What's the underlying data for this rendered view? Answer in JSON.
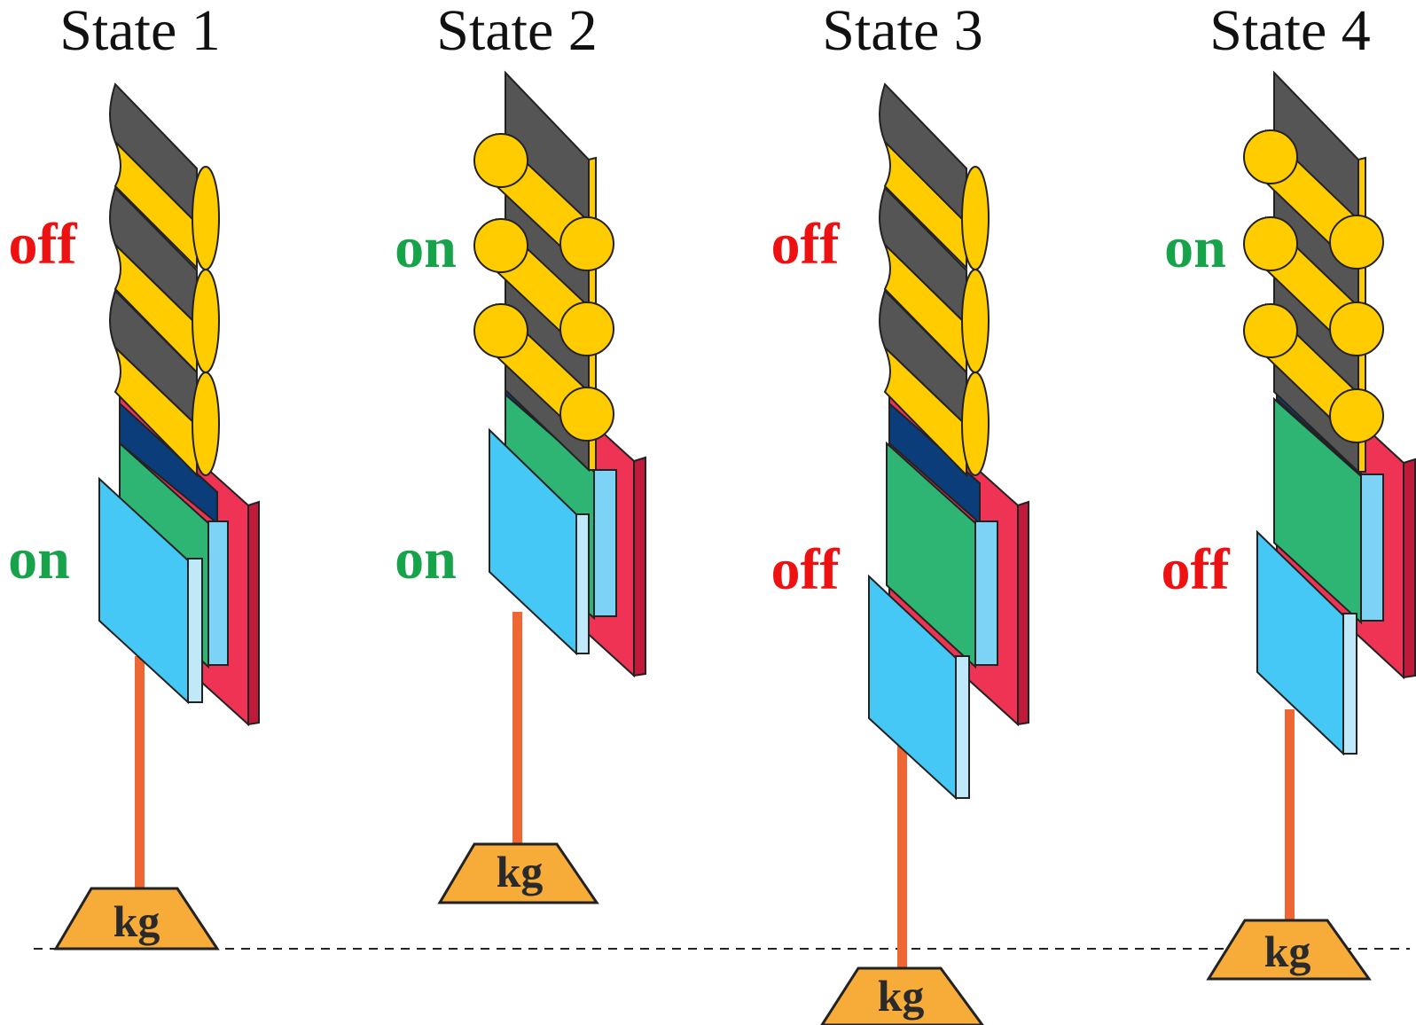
{
  "colors": {
    "on": "#16a34a",
    "off": "#ee1111",
    "cylinder": "#ffcc00",
    "cylinder_dark": "#555555",
    "sheet_red": "#ee3355",
    "sheet_green": "#2fb573",
    "sheet_navy": "#0a3d7a",
    "sheet_blue": "#45c8f5",
    "rope": "#ee6633",
    "weight": "#f7ac3a",
    "baseline": "#222222"
  },
  "baseline_style": "dashed",
  "states": [
    {
      "title": "State 1",
      "upper": {
        "label": "off",
        "status": "off"
      },
      "lower": {
        "label": "on",
        "status": "on"
      },
      "weight": {
        "label": "kg"
      }
    },
    {
      "title": "State 2",
      "upper": {
        "label": "on",
        "status": "on"
      },
      "lower": {
        "label": "on",
        "status": "on"
      },
      "weight": {
        "label": "kg"
      }
    },
    {
      "title": "State 3",
      "upper": {
        "label": "off",
        "status": "off"
      },
      "lower": {
        "label": "off",
        "status": "off"
      },
      "weight": {
        "label": "kg"
      }
    },
    {
      "title": "State 4",
      "upper": {
        "label": "on",
        "status": "on"
      },
      "lower": {
        "label": "off",
        "status": "off"
      },
      "weight": {
        "label": "kg"
      }
    }
  ]
}
